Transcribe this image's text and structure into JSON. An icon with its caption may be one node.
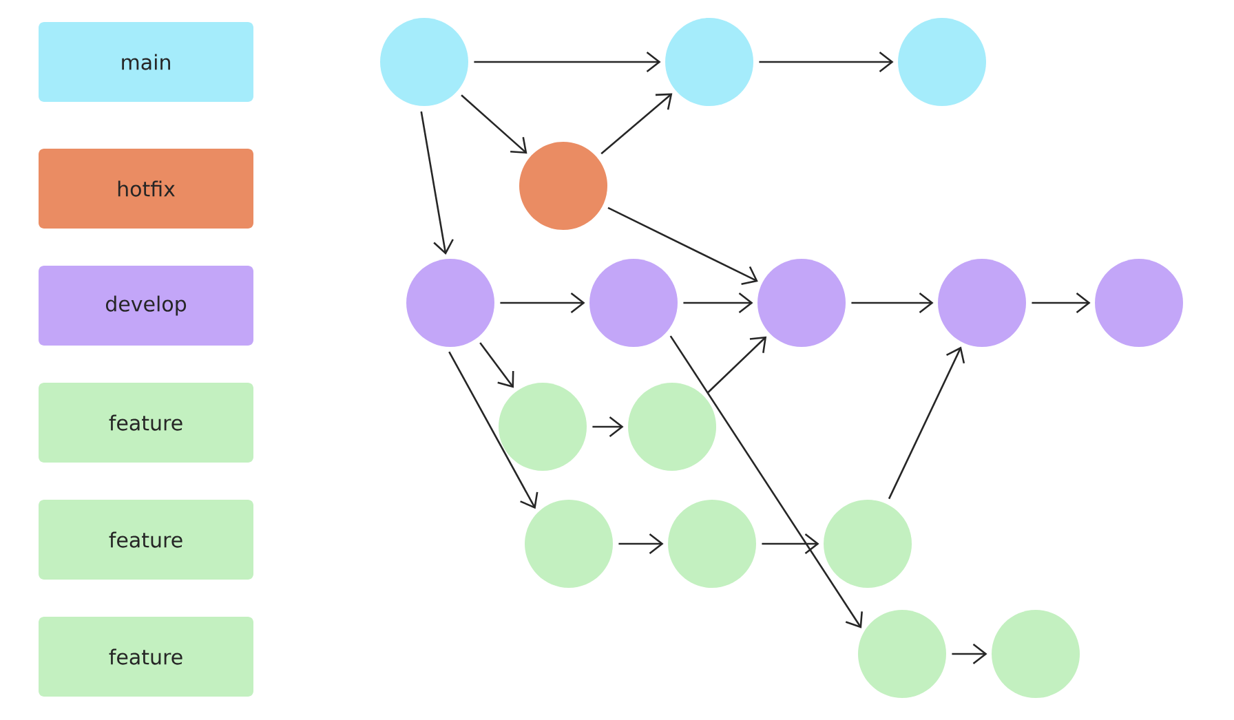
{
  "diagram": {
    "nodes": [
      {
        "text": [],
        "shape": "circle"
      },
      {
        "text": [],
        "shape": "circle"
      },
      {
        "text": [],
        "shape": "circle"
      },
      {
        "text": [],
        "shape": "circle"
      },
      {
        "text": [],
        "shape": "circle"
      },
      {
        "text": [],
        "shape": "circle"
      },
      {
        "text": [],
        "shape": "circle"
      },
      {
        "text": [],
        "shape": "circle"
      },
      {
        "text": [],
        "shape": "circle"
      },
      {
        "text": [],
        "shape": "circle"
      },
      {
        "text": [],
        "shape": "circle"
      },
      {
        "text": [],
        "shape": "circle"
      },
      {
        "text": [],
        "shape": "circle"
      },
      {
        "text": [],
        "shape": "circle"
      },
      {
        "text": [],
        "shape": "circle"
      },
      {
        "text": [],
        "shape": "circle"
      }
    ],
    "edges": [
      {
        "from": 0,
        "to": 1,
        "arrow": "to"
      },
      {
        "from": 1,
        "to": 2,
        "arrow": "to"
      },
      {
        "from": 0,
        "to": 3,
        "arrow": "to"
      },
      {
        "from": 3,
        "to": 1,
        "arrow": "to"
      },
      {
        "from": 0,
        "to": 4,
        "arrow": "to"
      },
      {
        "from": 3,
        "to": 6,
        "arrow": "to"
      },
      {
        "from": 4,
        "to": 5,
        "arrow": "to"
      },
      {
        "from": 5,
        "to": 6,
        "arrow": "to"
      },
      {
        "from": 6,
        "to": 7,
        "arrow": "to"
      },
      {
        "from": 7,
        "to": 8,
        "arrow": "to"
      },
      {
        "from": 4,
        "to": 9,
        "arrow": "to"
      },
      {
        "from": 9,
        "to": 10,
        "arrow": "to"
      },
      {
        "from": 10,
        "to": 6,
        "arrow": "to"
      },
      {
        "from": 4,
        "to": 11,
        "arrow": "to"
      },
      {
        "from": 11,
        "to": 12,
        "arrow": "to"
      },
      {
        "from": 12,
        "to": 13,
        "arrow": "to"
      },
      {
        "from": 13,
        "to": 7,
        "arrow": "to"
      },
      {
        "from": 5,
        "to": 14,
        "arrow": "to"
      },
      {
        "from": 14,
        "to": 15,
        "arrow": "to"
      }
    ],
    "legend": [
      {
        "text": "main",
        "color": "#a5ecfb"
      },
      {
        "text": "hotfix",
        "color": "#ea8c63"
      },
      {
        "text": "develop",
        "color": "#c3a6f8"
      },
      {
        "text": "feature",
        "color": "#c3f0c0"
      },
      {
        "text": "feature",
        "color": "#c3f0c0"
      },
      {
        "text": "feature",
        "color": "#c3f0c0"
      }
    ]
  }
}
